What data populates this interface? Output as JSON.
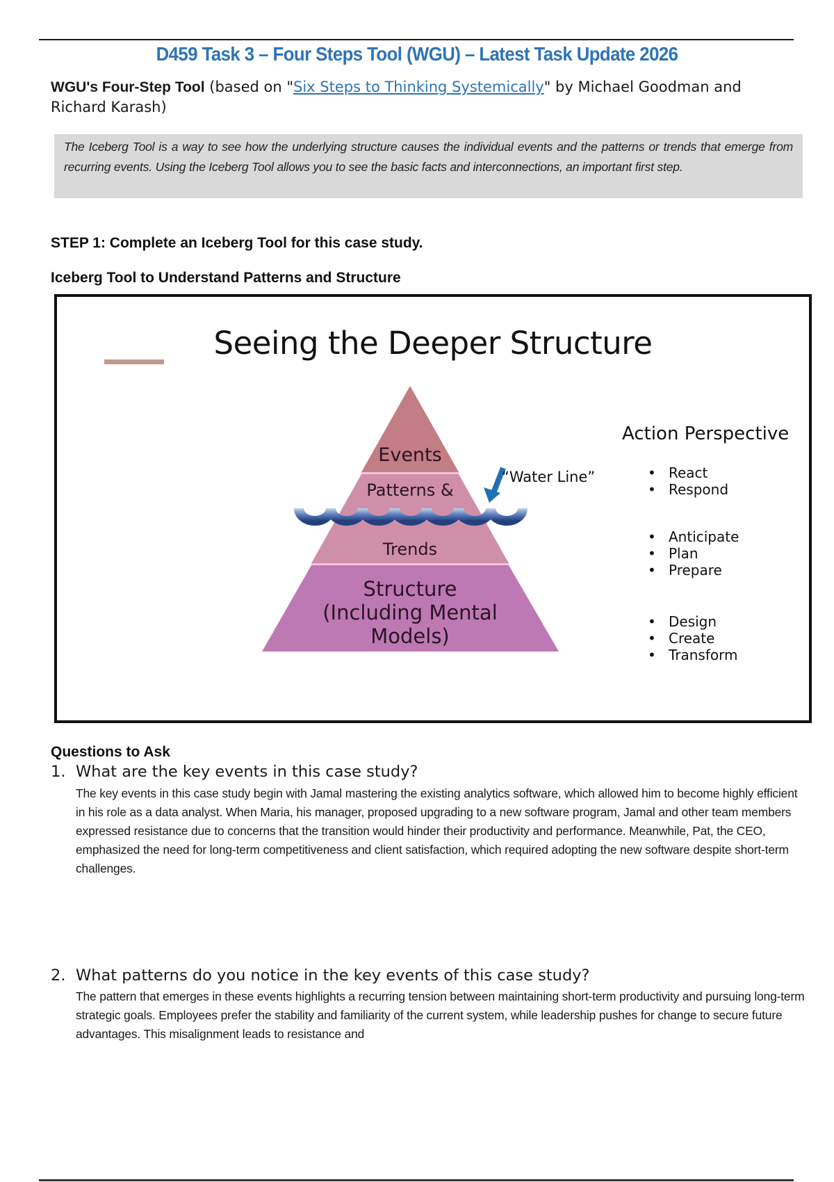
{
  "document": {
    "title": "D459 Task 3 – Four Steps Tool (WGU) – Latest Task Update 2026",
    "subtitle": {
      "bold": "WGU's Four-Step Tool",
      "pre_link": " (based on \"",
      "link_text": "Six Steps to Thinking Systemically",
      "post_link": "\" by Michael Goodman and Richard Karash)"
    },
    "note": "The Iceberg Tool is a way to see how the underlying structure causes the individual events and the patterns or trends that emerge from recurring events. Using the Iceberg Tool allows you to see the basic facts and interconnections, an important first step.",
    "step_heading": "STEP 1: Complete an Iceberg Tool for this case study.",
    "iceberg_heading": "Iceberg Tool to Understand Patterns and Structure"
  },
  "diagram": {
    "title": "Seeing the Deeper Structure",
    "levels": [
      {
        "label": "Events",
        "color": "#c27d85"
      },
      {
        "label": "Patterns &",
        "color": "#cf8fa8"
      },
      {
        "label": "Trends",
        "color": "#cf8fa8"
      },
      {
        "label": "Structure (Including Mental Models)",
        "lines": [
          "Structure",
          "(Including Mental",
          "Models)"
        ],
        "color": "#bd79b4"
      }
    ],
    "water_line_label": "“Water Line”",
    "arrow_color": "#1f6fb5",
    "wave_color": "#2c4f8f",
    "action_perspective": {
      "title": "Action Perspective",
      "groups": [
        [
          "React",
          "Respond"
        ],
        [
          "Anticipate",
          "Plan",
          "Prepare"
        ],
        [
          "Design",
          "Create",
          "Transform"
        ]
      ]
    }
  },
  "questions": {
    "heading": "Questions to Ask",
    "items": [
      {
        "number": "1.",
        "question": "What are the key events in this case study?",
        "answer": "The key events in this case study begin with Jamal mastering the existing analytics software, which allowed him to become highly efficient in his role as a data analyst. When Maria, his manager, proposed upgrading to a new software program, Jamal and other team members expressed resistance due to concerns that the transition would hinder their productivity and performance. Meanwhile, Pat, the CEO, emphasized the need for long-term competitiveness and client satisfaction, which required adopting the new software despite short-term challenges."
      },
      {
        "number": "2.",
        "question": "What patterns do you notice in the key events of this case study?",
        "answer": "The pattern that emerges in these events highlights a recurring tension between maintaining short-term productivity and pursuing long-term strategic goals. Employees prefer the stability and familiarity of the current system, while leadership pushes for change to secure future advantages. This misalignment leads to resistance and"
      }
    ]
  }
}
